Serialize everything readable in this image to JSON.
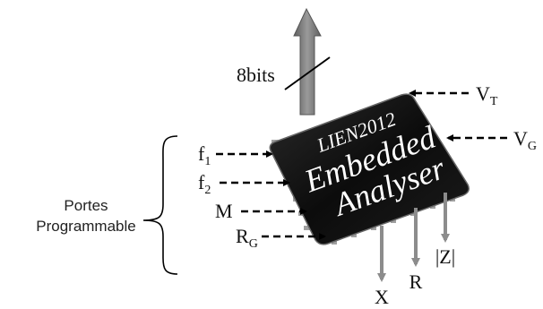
{
  "bus": {
    "label": "8bits"
  },
  "chip": {
    "line1": "LIEN2012",
    "line2": "Embedded",
    "line3": "Analyser"
  },
  "inputs": {
    "f1": {
      "main": "f",
      "sub": "1"
    },
    "f2": {
      "main": "f",
      "sub": "2"
    },
    "m": {
      "main": "M"
    },
    "rg": {
      "main": "R",
      "sub": "G"
    },
    "vt": {
      "main": "V",
      "sub": "T"
    },
    "vg": {
      "main": "V",
      "sub": "G"
    }
  },
  "outputs": {
    "x": "X",
    "r": "R",
    "z": "|Z|"
  },
  "group": {
    "line1": "Portes",
    "line2": "Programmable"
  },
  "colors": {
    "chip": "#111111",
    "pins": "#9a9a9a",
    "output_arrows": "#8c8c8c",
    "bus_arrow": "#7a7a7a",
    "dashes": "#000000"
  }
}
